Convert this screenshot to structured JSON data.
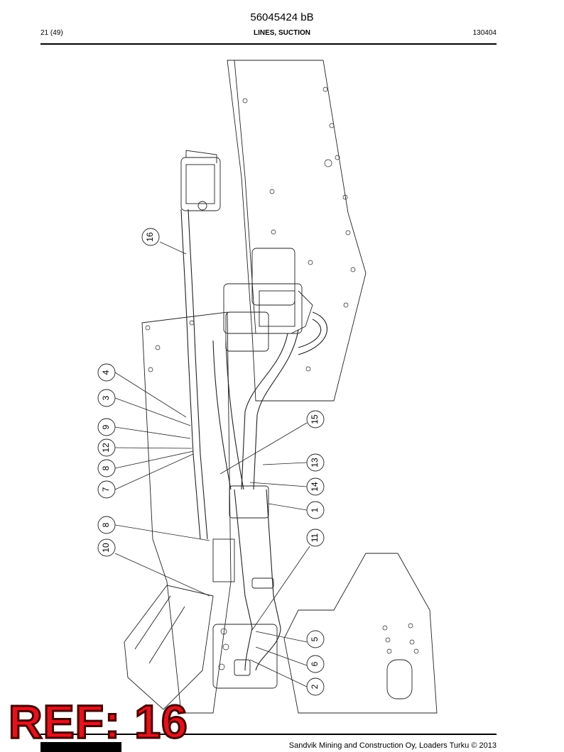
{
  "header": {
    "doc_number": "56045424 bB",
    "page": "21 (49)",
    "title": "LINES, SUCTION",
    "code": "130404"
  },
  "footer": {
    "copyright": "Sandvik Mining and Construction Oy, Loaders Turku © 2013"
  },
  "ref_label": "REF: 16",
  "callouts": [
    {
      "id": "16",
      "label": "16"
    },
    {
      "id": "4",
      "label": "4"
    },
    {
      "id": "3",
      "label": "3"
    },
    {
      "id": "9",
      "label": "9"
    },
    {
      "id": "12",
      "label": "12"
    },
    {
      "id": "8a",
      "label": "8"
    },
    {
      "id": "7",
      "label": "7"
    },
    {
      "id": "8b",
      "label": "8"
    },
    {
      "id": "10",
      "label": "10"
    },
    {
      "id": "15",
      "label": "15"
    },
    {
      "id": "13",
      "label": "13"
    },
    {
      "id": "14",
      "label": "14"
    },
    {
      "id": "1",
      "label": "1"
    },
    {
      "id": "11",
      "label": "11"
    },
    {
      "id": "5",
      "label": "5"
    },
    {
      "id": "6",
      "label": "6"
    },
    {
      "id": "2",
      "label": "2"
    }
  ]
}
